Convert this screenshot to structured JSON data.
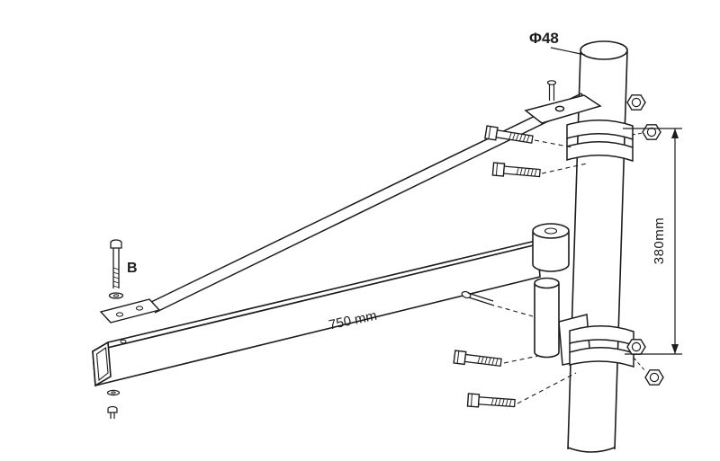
{
  "diagram": {
    "subject": "hoist-support-swing-arm-mounting-drawing",
    "labels": {
      "pole_diameter": "Φ48",
      "clamp_spacing": "380mm",
      "arm_length": "750 mm",
      "part_b": "B"
    },
    "colors": {
      "line": "#1c1c1c",
      "background": "#ffffff"
    }
  }
}
